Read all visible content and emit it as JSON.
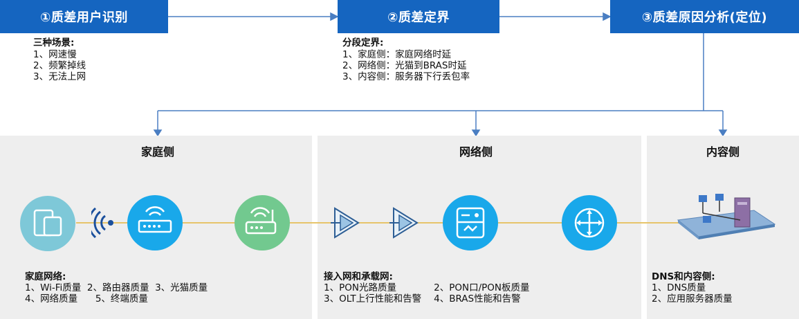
{
  "colors": {
    "step_bg": "#1565c0",
    "panel_bg": "#eeeeee",
    "connector": "#e6c46a",
    "flow_line": "#4a7ec2",
    "icon_light": "#7ec8d8",
    "icon_blue": "#19a8ea",
    "icon_green": "#72c98f"
  },
  "steps": [
    {
      "label": "①质差用户识别"
    },
    {
      "label": "②质差定界"
    },
    {
      "label": "③质差原因分析(定位)"
    }
  ],
  "scenarios": {
    "title": "三种场景:",
    "items": [
      "1、网速慢",
      "2、频繁掉线",
      "3、无法上网"
    ]
  },
  "segments": {
    "title": "分段定界:",
    "items": [
      "1、家庭侧：家庭网络时延",
      "2、网络侧：光猫到BRAS时延",
      "3、内容侧：服务器下行丢包率"
    ]
  },
  "panels": [
    {
      "title": "家庭侧"
    },
    {
      "title": "网络侧"
    },
    {
      "title": "内容侧"
    }
  ],
  "home_network": {
    "title": "家庭网络:",
    "row1": [
      "1、Wi-Fi质量",
      "2、路由器质量",
      "3、光猫质量"
    ],
    "row2": [
      "4、网络质量",
      "5、终端质量"
    ]
  },
  "access_network": {
    "title": "接入网和承载网:",
    "items": [
      "1、PON光路质量",
      "2、PON口/PON板质量",
      "3、OLT上行性能和告警",
      "4、BRAS性能和告警"
    ]
  },
  "content_side": {
    "title": "DNS和内容侧:",
    "items": [
      "1、DNS质量",
      "2、应用服务器质量"
    ]
  },
  "icons": [
    "tablet-phone-icon",
    "wifi-signal-icon",
    "router-icon",
    "optical-modem-icon",
    "splitter-icon",
    "splitter-icon",
    "olt-icon",
    "bras-router-icon",
    "server-network-icon"
  ]
}
